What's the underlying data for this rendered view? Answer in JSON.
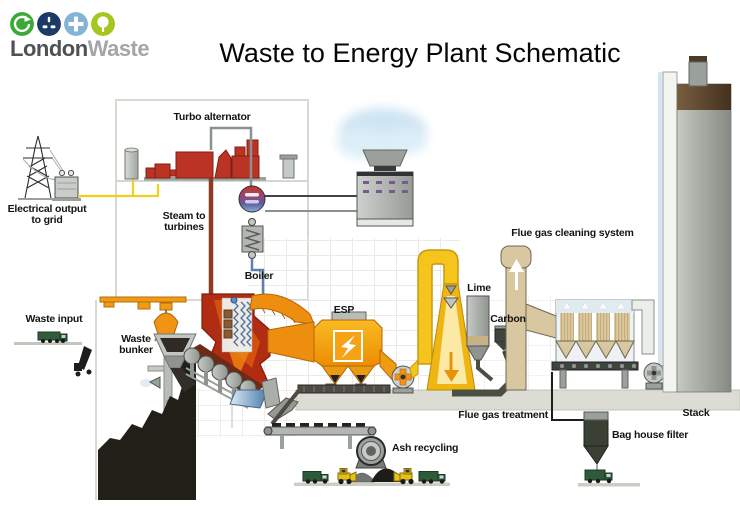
{
  "logo": {
    "brand_primary": "London",
    "brand_secondary": "Waste",
    "icons": [
      "recycle-icon",
      "plug-icon",
      "plus-icon",
      "tree-icon"
    ]
  },
  "title": "Waste to Energy Plant Schematic",
  "labels": {
    "electrical_output": [
      "Electrical output",
      "to grid"
    ],
    "turbo_alternator": "Turbo alternator",
    "steam_to_turbines": [
      "Steam to",
      "turbines"
    ],
    "boiler": "Boiler",
    "waste_input": "Waste input",
    "waste_bunker": [
      "Waste",
      "bunker"
    ],
    "esp": "ESP",
    "lime": "Lime",
    "carbon": "Carbon",
    "flue_gas_cleaning_system": "Flue gas cleaning system",
    "flue_gas_treatment": "Flue gas treatment",
    "stack": "Stack",
    "bag_house_filter": "Bag house filter",
    "ash_recycling": "Ash recycling"
  },
  "colors": {
    "brand_green": "#3aa935",
    "brand_navy": "#1c3a66",
    "brand_blue": "#85b3d6",
    "brand_lime": "#a4c71e",
    "machine_red": "#bb3325",
    "duct_orange": "#ee8e0e",
    "duct_yellow": "#f5c41d",
    "absorber_tan": "#d8c7a0",
    "stack_gray": "#9aa09a",
    "steam_blue": "#cfe4f3",
    "waste_black": "#221e18",
    "truck_green": "#2d5a38"
  }
}
